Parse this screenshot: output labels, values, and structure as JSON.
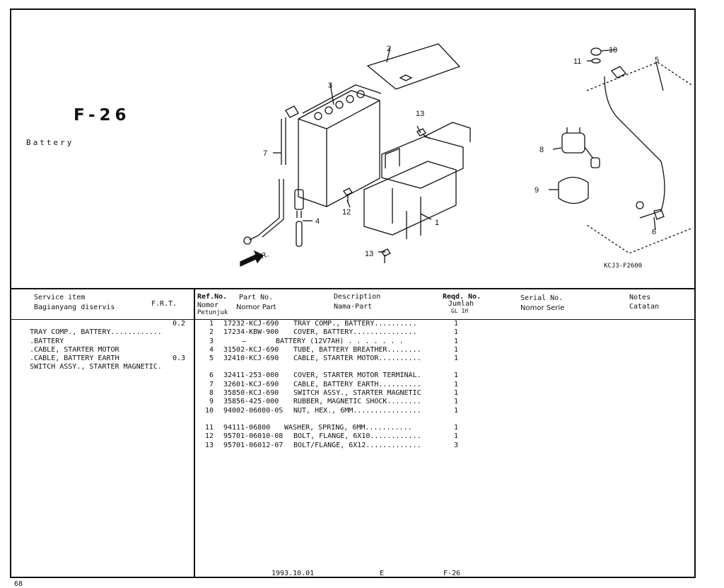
{
  "page": {
    "code": "F-26",
    "subtitle": "Battery",
    "diagram_code": "KCJ3-F2600",
    "page_number": "68"
  },
  "callouts": [
    "1",
    "2",
    "3",
    "4",
    "5",
    "6",
    "7",
    "8",
    "9",
    "10",
    "11",
    "12",
    "13",
    "13"
  ],
  "fr_label": "FR.",
  "table_header": {
    "service_item": "Service item",
    "service_item_id": "Bagianyang diservis",
    "frt": "F.R.T.",
    "ref_no": "Ref.No.",
    "ref_no_id_1": "Nomor",
    "ref_no_id_2": "Petunjuk",
    "part_no": "Part No.",
    "part_no_id": "Nomor Part",
    "description": "Description",
    "description_id": "Nama-Part",
    "reqd_no": "Reqd. No.",
    "reqd_no_id": "Jumlah",
    "reqd_model": "GL 1H",
    "serial_no": "Serial No.",
    "serial_no_id": "Nomor Serie",
    "notes": "Notes",
    "notes_id": "Catatan"
  },
  "service_items": [
    {
      "name": "TRAY COMP., BATTERY............",
      "frt": "0.2"
    },
    {
      "name": ".BATTERY",
      "frt": ""
    },
    {
      "name": ".CABLE, STARTER MOTOR",
      "frt": ""
    },
    {
      "name": ".CABLE, BATTERY EARTH",
      "frt": ""
    },
    {
      "name": "SWITCH ASSY., STARTER MAGNETIC.",
      "frt": "0.3"
    }
  ],
  "parts": [
    {
      "ref": "1",
      "part_no": "17232-KCJ-690",
      "desc": "TRAY COMP., BATTERY..........",
      "qty": "1"
    },
    {
      "ref": "2",
      "part_no": "17234-KBW-900",
      "desc": "COVER, BATTERY...............",
      "qty": "1"
    },
    {
      "ref": "3",
      "part_no": "—",
      "desc": "BATTERY (12V7AH) . . . . . . .",
      "qty": "1"
    },
    {
      "ref": "4",
      "part_no": "31502-KCJ-690",
      "desc": "TUBE, BATTERY BREATHER........",
      "qty": "1"
    },
    {
      "ref": "5",
      "part_no": "32410-KCJ-690",
      "desc": "CABLE, STARTER MOTOR..........",
      "qty": "1"
    },
    {
      "ref": "6",
      "part_no": "32411-253-000",
      "desc": "COVER, STARTER MOTOR TERMINAL.",
      "qty": "1",
      "gap": true
    },
    {
      "ref": "7",
      "part_no": "32601-KCJ-690",
      "desc": "CABLE, BATTERY EARTH..........",
      "qty": "1"
    },
    {
      "ref": "8",
      "part_no": "35850-KCJ-690",
      "desc": "SWITCH ASSY., STARTER MAGNETIC",
      "qty": "1"
    },
    {
      "ref": "9",
      "part_no": "35856-425-000",
      "desc": "RUBBER, MAGNETIC SHOCK........",
      "qty": "1"
    },
    {
      "ref": "10",
      "part_no": "94002-06080-0S",
      "desc": "NUT, HEX., 6MM................",
      "qty": "1"
    },
    {
      "ref": "11",
      "part_no": "94111-06800",
      "desc": "WASHER, SPRING, 6MM...........",
      "qty": "1",
      "gap": true
    },
    {
      "ref": "12",
      "part_no": "95701-06010-08",
      "desc": "BOLT, FLANGE, 6X10............",
      "qty": "1"
    },
    {
      "ref": "13",
      "part_no": "95701-06012-07",
      "desc": "BOLT/FLANGE, 6X12.............",
      "qty": "3"
    }
  ],
  "footer": {
    "date": "1993.10.01",
    "edition": "E",
    "page_ref": "F-26"
  }
}
